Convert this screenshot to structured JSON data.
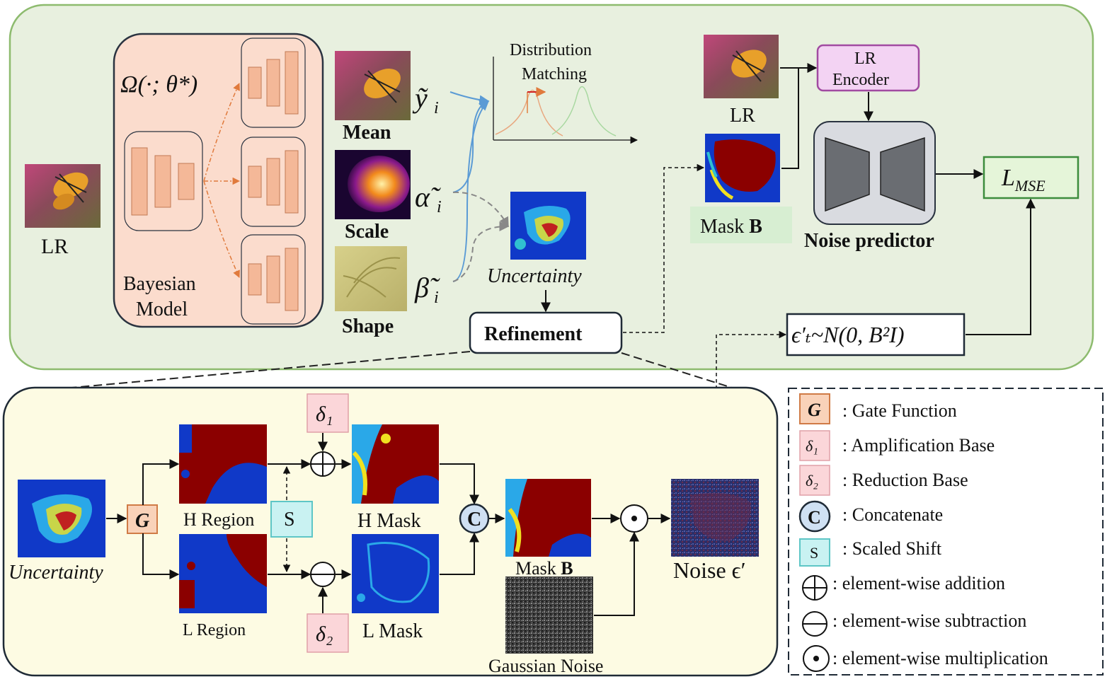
{
  "top": {
    "lr_input_label": "LR",
    "bayesian_model_label_line1": "Bayesian",
    "bayesian_model_label_line2": "Model",
    "omega_label": "Ω(·; θ*)",
    "mean_label": "Mean",
    "scale_label": "Scale",
    "shape_label": "Shape",
    "y_label": "ỹ",
    "alpha_label": "α̃",
    "beta_label": "β̃",
    "sub_i": "i",
    "dist_matching_line1": "Distribution",
    "dist_matching_line2": "Matching",
    "uncertainty_label": "Uncertainty",
    "refinement_label": "Refinement",
    "lr_right_label": "LR",
    "mask_b_label": "Mask ",
    "mask_b_bold": "B",
    "lr_encoder_line1": "LR",
    "lr_encoder_line2": "Encoder",
    "noise_predictor_label": "Noise predictor",
    "loss_label": "L",
    "loss_sub": "MSE",
    "epsilon_label": "ϵ′ₜ~N(0, B²I)"
  },
  "bottom": {
    "uncertainty_label": "Uncertainty",
    "gate_symbol": "G",
    "h_region_label": "H Region",
    "l_region_label": "L Region",
    "s_symbol": "S",
    "delta1_symbol": "δ₁",
    "delta2_symbol": "δ₂",
    "h_mask_label": "H Mask",
    "l_mask_label": "L Mask",
    "c_symbol": "C",
    "mask_b_label": "Mask ",
    "mask_b_bold": "B",
    "gaussian_noise_label": "Gaussian Noise",
    "noise_label": "Noise ϵ′"
  },
  "legend": [
    {
      "symbol": "G",
      "text": ": Gate Function"
    },
    {
      "symbol": "δ₁",
      "text": ": Amplification Base"
    },
    {
      "symbol": "δ₂",
      "text": ": Reduction Base"
    },
    {
      "symbol": "C",
      "text": ": Concatenate"
    },
    {
      "symbol": "S",
      "text": ": Scaled Shift"
    },
    {
      "symbol": "⊕",
      "text": ": element-wise addition"
    },
    {
      "symbol": "⊖",
      "text": ": element-wise subtraction"
    },
    {
      "symbol": "⊙",
      "text": ": element-wise multiplication"
    }
  ],
  "colors": {
    "top_panel_fill": "#e8f0df",
    "top_panel_stroke": "#8dbb6e",
    "bottom_panel_fill": "#fdfbe3",
    "bayes_fill": "#fbdccd",
    "bar_fill": "#f4b898",
    "bar_stroke": "#c27a55",
    "gate_fill": "#f9d2b9",
    "gate_stroke": "#d07b46",
    "delta_fill": "#fbd6d9",
    "s_fill": "#c9f2f2",
    "s_stroke": "#5ec6c6",
    "encoder_fill": "#f3d3f3",
    "encoder_stroke": "#a14ba1",
    "loss_fill": "#e5f5d9",
    "loss_stroke": "#3c8c3c",
    "mask_label_bg": "#d7eed2",
    "uncertainty_blue": "#1039c8",
    "heat_red": "#8b0000"
  }
}
